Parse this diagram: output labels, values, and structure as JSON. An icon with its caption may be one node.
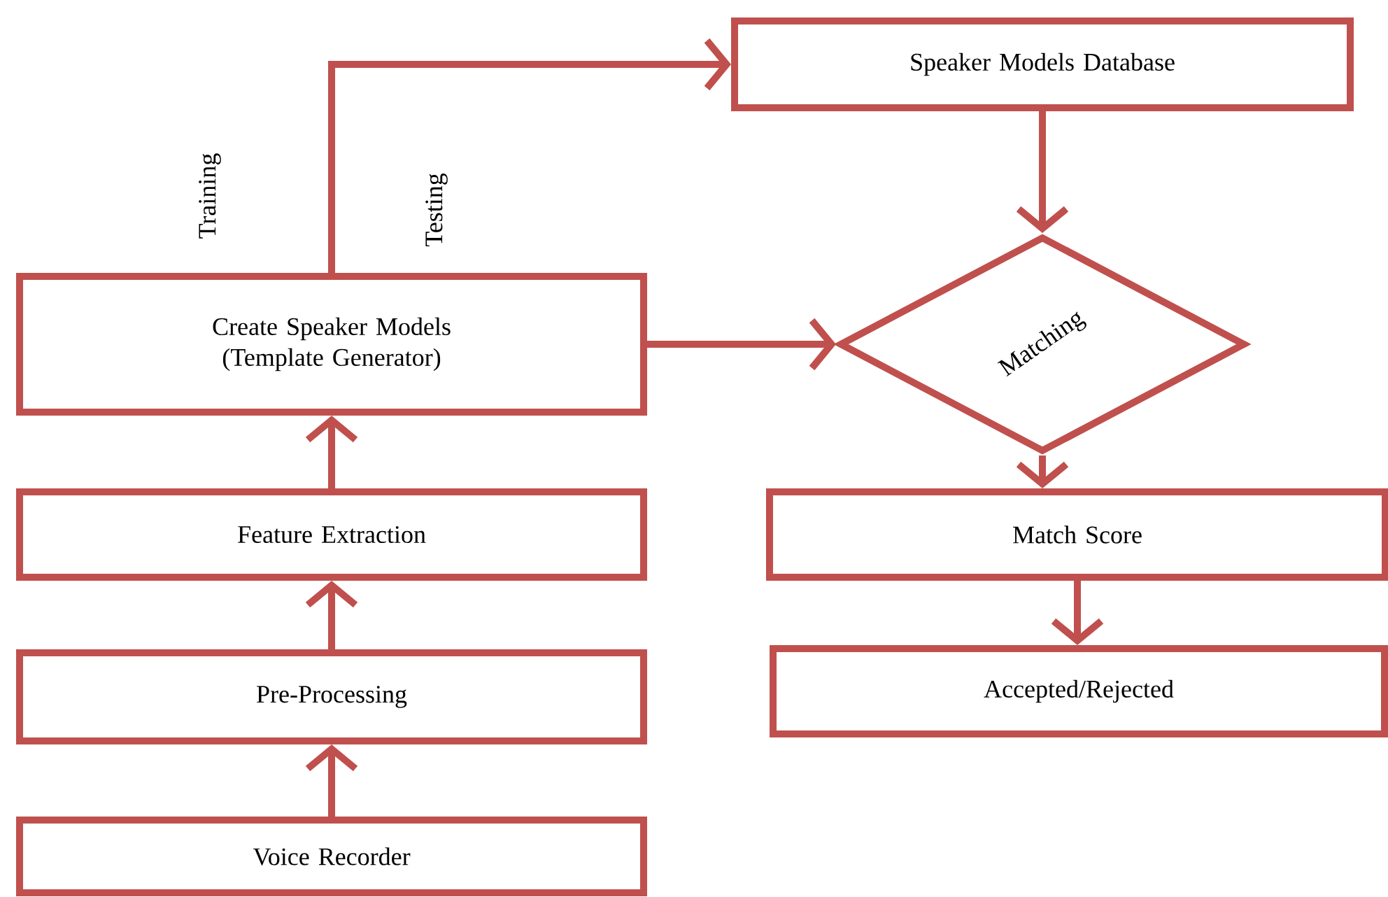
{
  "diagram": {
    "nodes": [
      {
        "text": [
          "Speaker Models Database"
        ]
      },
      {
        "text": [
          "Create Speaker Models (Template Generator)"
        ]
      },
      {
        "text": [
          "Matching"
        ]
      },
      {
        "text": [
          "Feature Extraction"
        ]
      },
      {
        "text": [
          "Match Score"
        ]
      },
      {
        "text": [
          "Pre-Processing"
        ]
      },
      {
        "text": [
          "Accepted/Rejected"
        ]
      },
      {
        "text": [
          "Voice Recorder"
        ]
      }
    ],
    "edges": [
      {
        "from": 7,
        "to": 5,
        "arrow": "to"
      },
      {
        "from": 5,
        "to": 3,
        "arrow": "to"
      },
      {
        "from": 3,
        "to": 1,
        "arrow": "to"
      },
      {
        "from": 1,
        "to": 0,
        "arrow": "to"
      },
      {
        "from": 1,
        "to": 2,
        "arrow": "to"
      },
      {
        "from": 0,
        "to": 2,
        "arrow": "to"
      },
      {
        "from": 2,
        "to": 4,
        "arrow": "to"
      },
      {
        "from": 4,
        "to": 6,
        "arrow": "to"
      }
    ],
    "labels": [
      "Training",
      "Testing"
    ]
  }
}
